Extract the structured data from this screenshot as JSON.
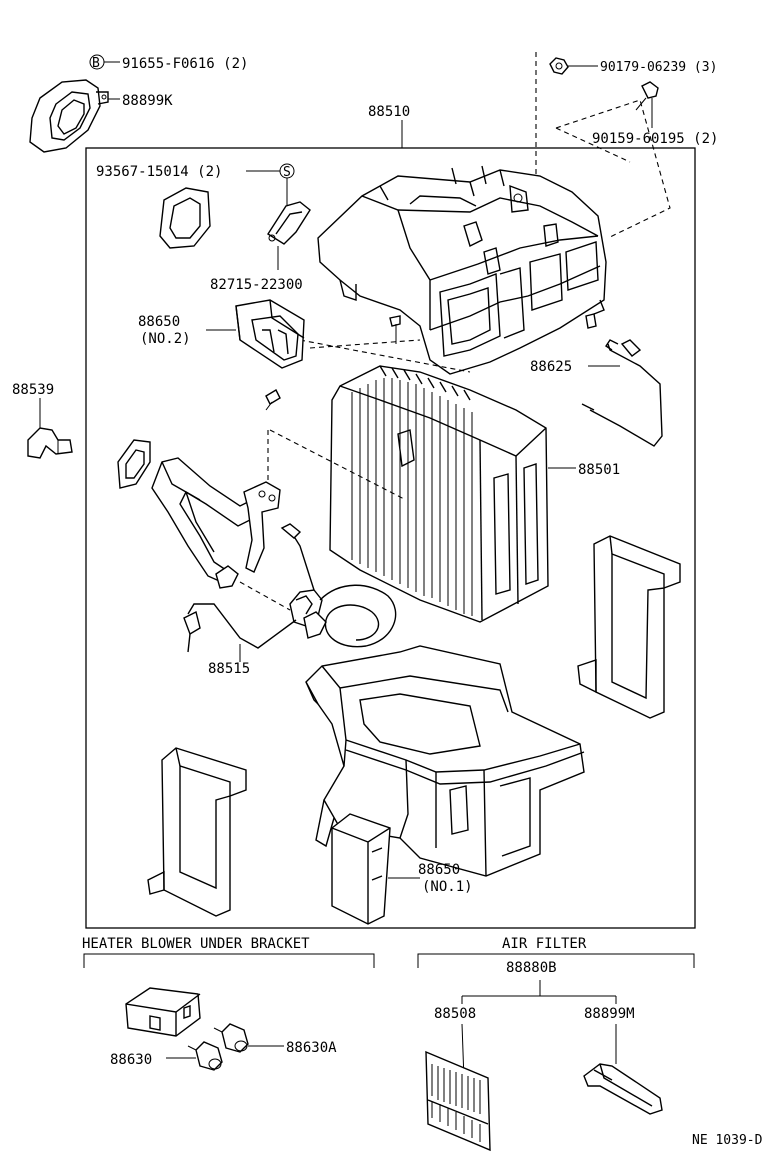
{
  "callouts": {
    "p91655": "91655-F0616 (2)",
    "bolt_b": "B",
    "p88899k": "88899K",
    "p88510": "88510",
    "p90179": "90179-06239 (3)",
    "p90159": "90159-60195 (2)",
    "p93567": "93567-15014 (2)",
    "screw_s": "S",
    "p82715": "82715-22300",
    "p88650_no2_a": "88650",
    "p88650_no2_b": "(NO.2)",
    "p88625": "88625",
    "p88539": "88539",
    "p88501": "88501",
    "p88515": "88515",
    "p88650_no1_a": "88650",
    "p88650_no1_b": "(NO.1)"
  },
  "sections": {
    "heater_blower": "HEATER BLOWER UNDER BRACKET",
    "air_filter": "AIR FILTER",
    "p88880b": "88880B",
    "p88508": "88508",
    "p88899m": "88899M",
    "p88630": "88630",
    "p88630a": "88630A"
  },
  "footer": {
    "code": "NE 1039-D"
  },
  "icons": [
    "bolt-b-icon",
    "screw-s-icon"
  ]
}
